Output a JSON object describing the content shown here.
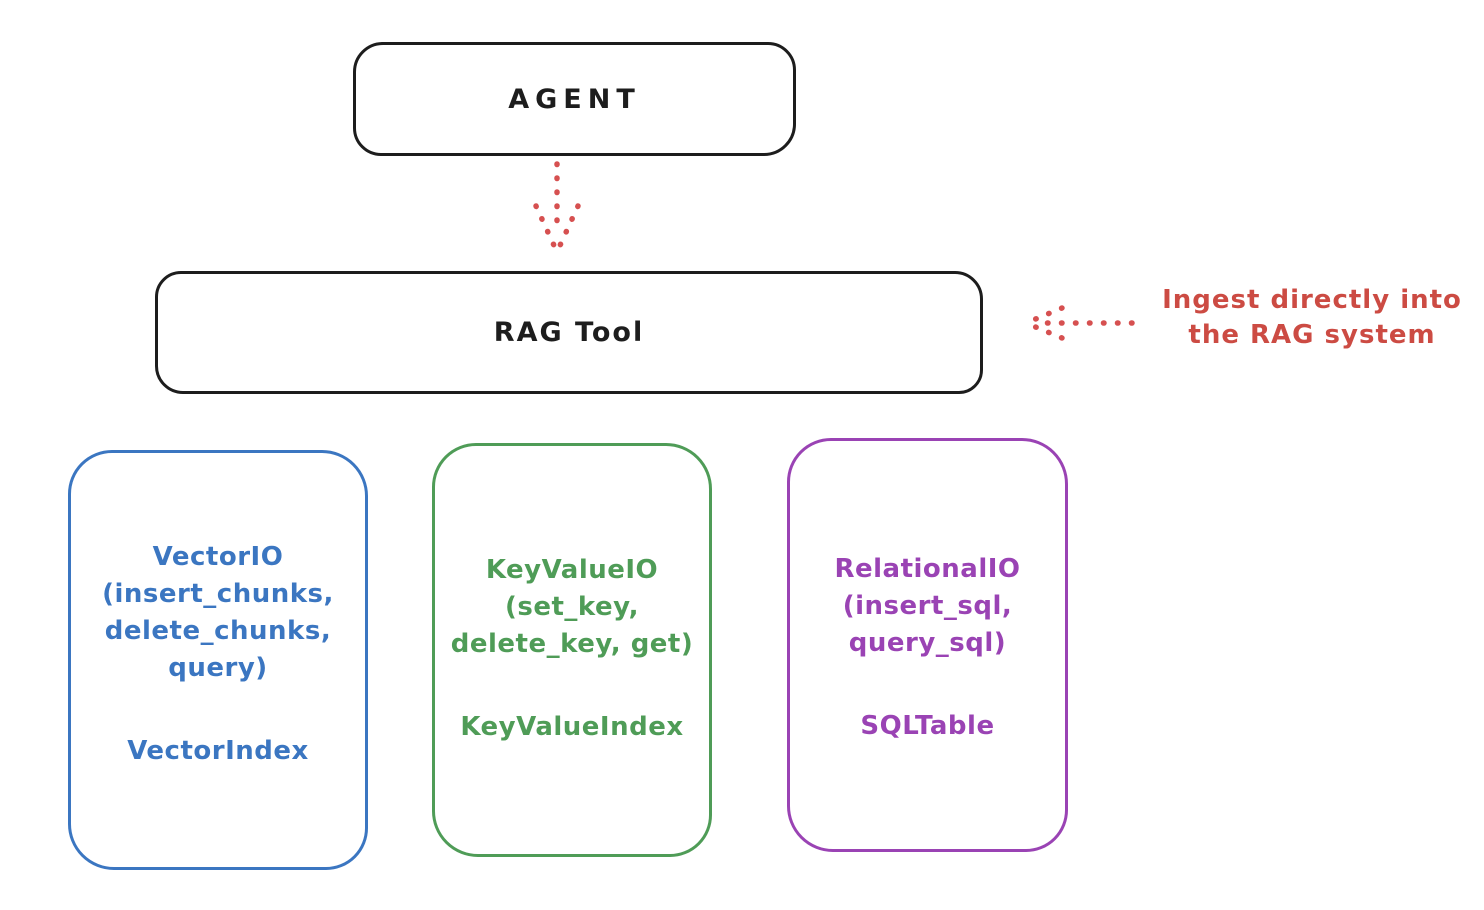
{
  "diagram": {
    "agent_node": {
      "label": "AGENT"
    },
    "rag_node": {
      "label": "RAG Tool"
    },
    "annotation": {
      "text": "Ingest directly into\nthe RAG system"
    },
    "providers": [
      {
        "io_label": "VectorIO\n(insert_chunks,\ndelete_chunks,\nquery)",
        "index_label": "VectorIndex",
        "color": "#3b76c1"
      },
      {
        "io_label": "KeyValueIO\n(set_key,\ndelete_key, get)",
        "index_label": "KeyValueIndex",
        "color": "#4f9c57"
      },
      {
        "io_label": "RelationalIO\n(insert_sql,\nquery_sql)",
        "index_label": "SQLTable",
        "color": "#9a43b4"
      }
    ],
    "colors": {
      "node_ink": "#1d1d1d",
      "arrow_red": "#d65050",
      "annotation_red": "#cc4b43"
    }
  }
}
